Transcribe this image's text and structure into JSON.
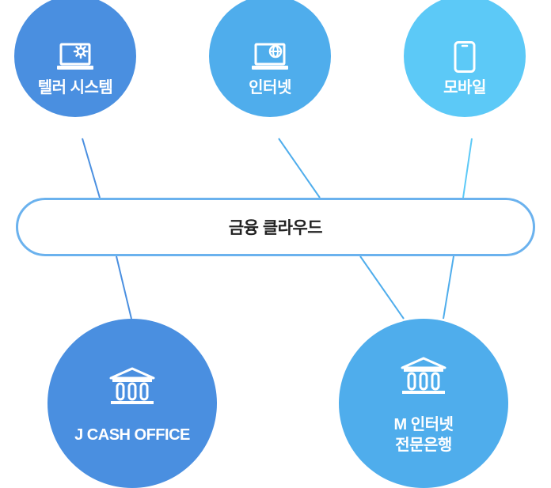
{
  "nodes": {
    "teller": {
      "label": "텔러 시스템",
      "icon": "laptop-gear-icon"
    },
    "internet": {
      "label": "인터넷",
      "icon": "laptop-globe-icon"
    },
    "mobile": {
      "label": "모바일",
      "icon": "smartphone-icon"
    },
    "office": {
      "label": "J CASH OFFICE",
      "icon": "bank-icon"
    },
    "bank": {
      "label_line1": "M 인터넷",
      "label_line2": "전문은행",
      "icon": "bank-icon"
    }
  },
  "cloud": {
    "label": "금융 클라우드"
  },
  "colors": {
    "dark_blue": "#4a8fe0",
    "mid_blue": "#4fadec",
    "light_blue": "#5cc9f7",
    "bar_border": "#6bb2ee"
  }
}
